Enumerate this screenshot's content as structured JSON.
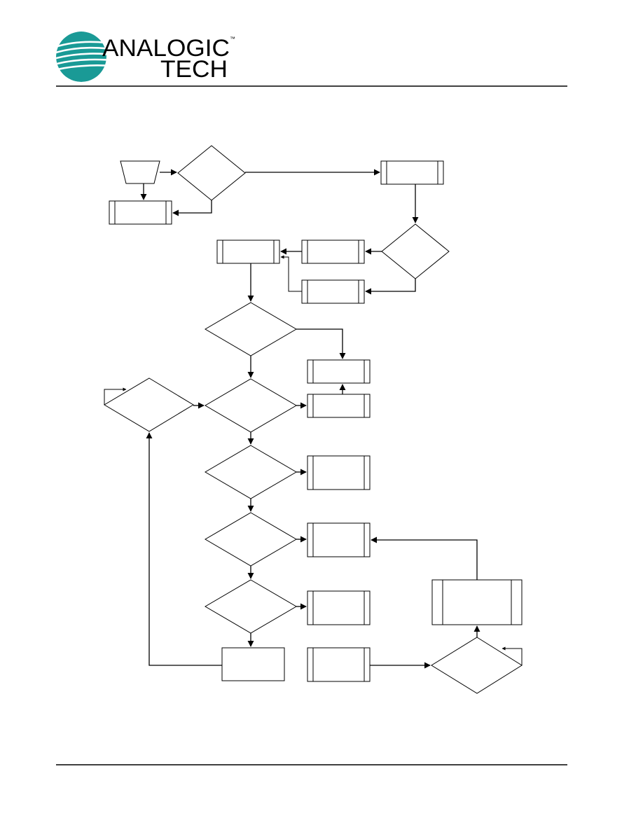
{
  "header": {
    "brand_line1": "ANALOGIC",
    "brand_line2": "TECH",
    "trademark": "™"
  },
  "colors": {
    "brand_teal": "#1a9a96",
    "line": "#000000"
  },
  "icons": {
    "logo": "analogictech-logo-icon"
  },
  "diagram": {
    "type": "flowchart",
    "shapes": [
      {
        "id": "start",
        "kind": "manual-operation"
      },
      {
        "id": "d1",
        "kind": "decision"
      },
      {
        "id": "p1",
        "kind": "predefined-process"
      },
      {
        "id": "p2",
        "kind": "predefined-process"
      },
      {
        "id": "d2",
        "kind": "decision"
      },
      {
        "id": "p3",
        "kind": "predefined-process"
      },
      {
        "id": "p4",
        "kind": "predefined-process"
      },
      {
        "id": "p5",
        "kind": "predefined-process"
      },
      {
        "id": "d3",
        "kind": "decision"
      },
      {
        "id": "p6",
        "kind": "predefined-process"
      },
      {
        "id": "p7",
        "kind": "predefined-process"
      },
      {
        "id": "d4",
        "kind": "decision"
      },
      {
        "id": "d5",
        "kind": "decision"
      },
      {
        "id": "p8",
        "kind": "predefined-process"
      },
      {
        "id": "d6",
        "kind": "decision"
      },
      {
        "id": "p9",
        "kind": "predefined-process"
      },
      {
        "id": "d7",
        "kind": "decision"
      },
      {
        "id": "p10",
        "kind": "predefined-process"
      },
      {
        "id": "p11",
        "kind": "process"
      },
      {
        "id": "p12",
        "kind": "predefined-process"
      },
      {
        "id": "d8",
        "kind": "decision"
      },
      {
        "id": "p13",
        "kind": "predefined-process"
      }
    ]
  }
}
